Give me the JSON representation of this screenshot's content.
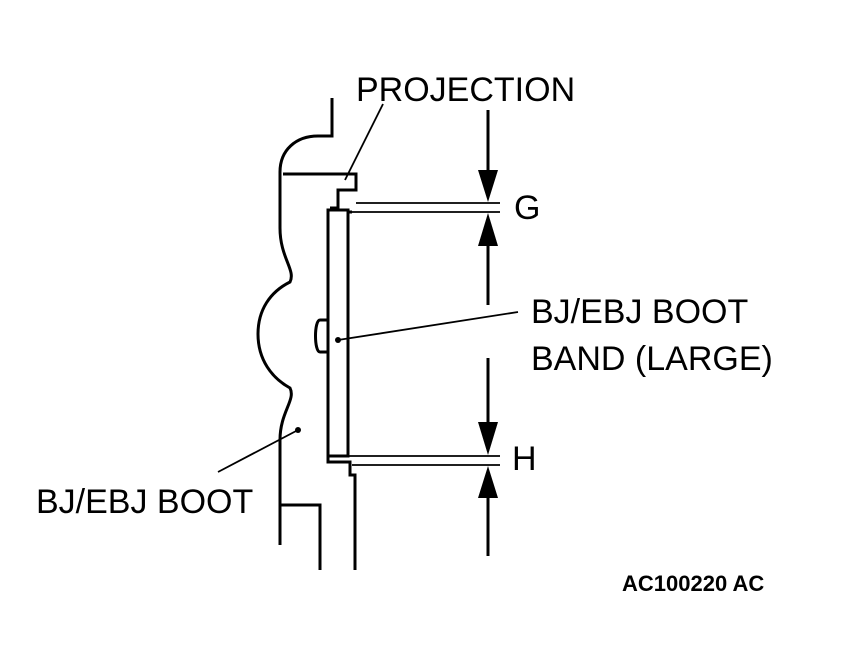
{
  "labels": {
    "projection": "PROJECTION",
    "gap_g": "G",
    "gap_h": "H",
    "band_line1": "BJ/EBJ BOOT",
    "band_line2": "BAND (LARGE)",
    "boot": "BJ/EBJ BOOT",
    "figure_code": "AC100220 AC"
  },
  "colors": {
    "line": "#000000",
    "background": "#ffffff"
  }
}
